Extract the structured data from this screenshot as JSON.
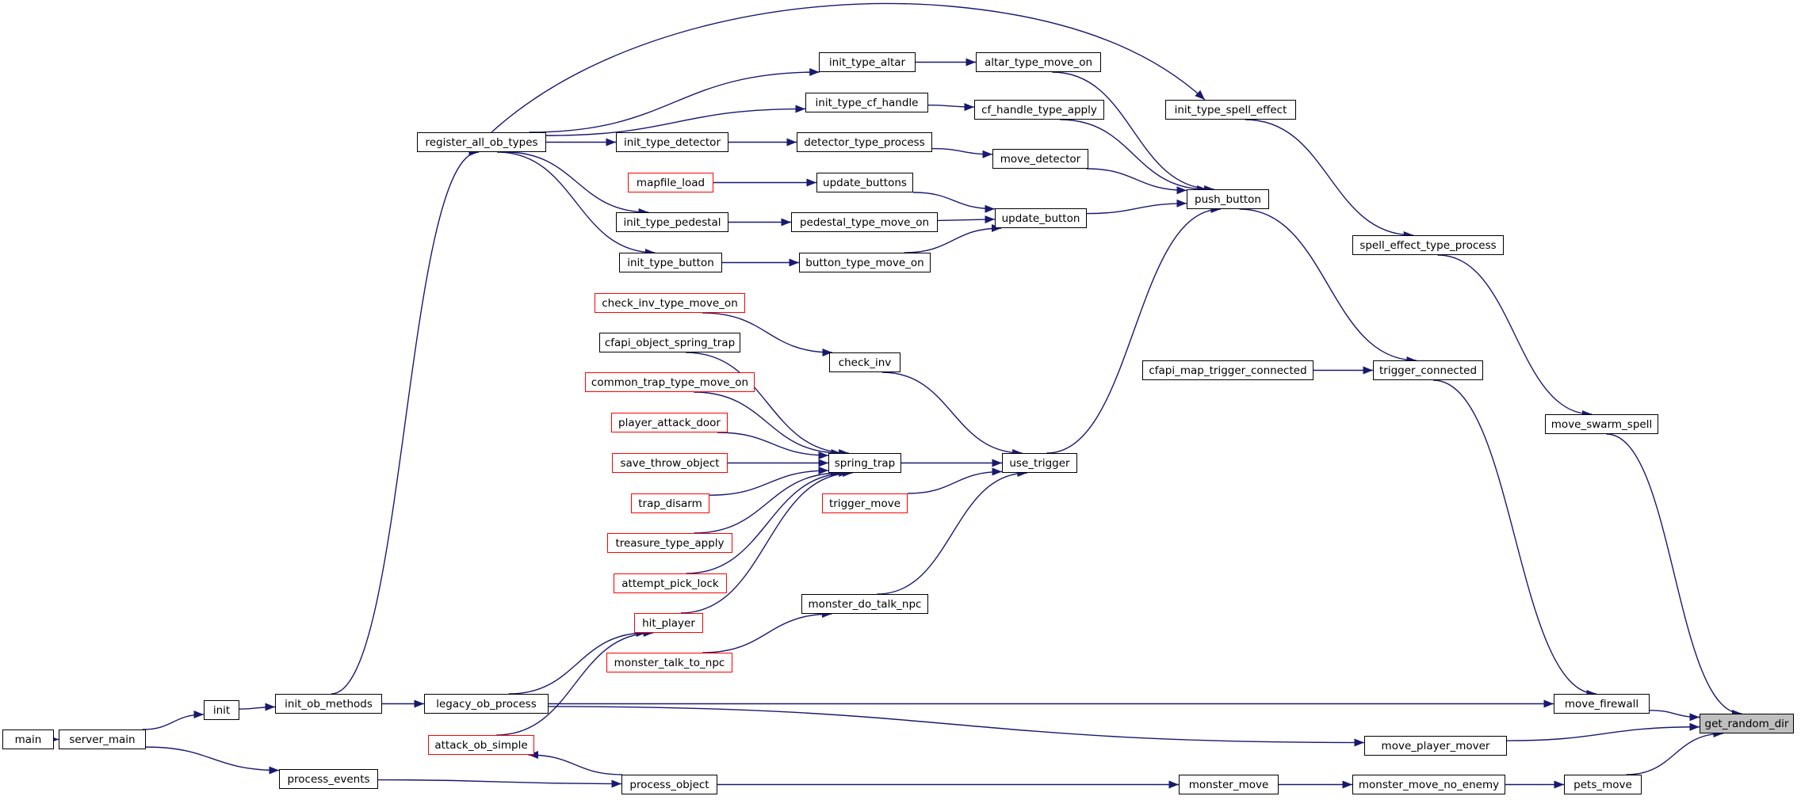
{
  "graph": {
    "colors": {
      "edge": "#191970",
      "node_border": "#000000",
      "incomplete_border": "#ff0000",
      "selected_fill": "#bfbfbf"
    },
    "nodes": [
      {
        "id": "main",
        "label": "main"
      },
      {
        "id": "server_main",
        "label": "server_main"
      },
      {
        "id": "init",
        "label": "init"
      },
      {
        "id": "process_events",
        "label": "process_events"
      },
      {
        "id": "init_ob_methods",
        "label": "init_ob_methods"
      },
      {
        "id": "register_all_ob_types",
        "label": "register_all_ob_types"
      },
      {
        "id": "legacy_ob_process",
        "label": "legacy_ob_process"
      },
      {
        "id": "attack_ob_simple",
        "label": "attack_ob_simple",
        "incomplete": true
      },
      {
        "id": "init_type_altar",
        "label": "init_type_altar"
      },
      {
        "id": "init_type_cf_handle",
        "label": "init_type_cf_handle"
      },
      {
        "id": "init_type_detector",
        "label": "init_type_detector"
      },
      {
        "id": "mapfile_load",
        "label": "mapfile_load",
        "incomplete": true
      },
      {
        "id": "init_type_pedestal",
        "label": "init_type_pedestal"
      },
      {
        "id": "init_type_button",
        "label": "init_type_button"
      },
      {
        "id": "check_inv_type_move_on",
        "label": "check_inv_type_move_on",
        "incomplete": true
      },
      {
        "id": "cfapi_object_spring_trap",
        "label": "cfapi_object_spring_trap"
      },
      {
        "id": "common_trap_type_move_on",
        "label": "common_trap_type_move_on",
        "incomplete": true
      },
      {
        "id": "player_attack_door",
        "label": "player_attack_door",
        "incomplete": true
      },
      {
        "id": "save_throw_object",
        "label": "save_throw_object",
        "incomplete": true
      },
      {
        "id": "trap_disarm",
        "label": "trap_disarm",
        "incomplete": true
      },
      {
        "id": "treasure_type_apply",
        "label": "treasure_type_apply",
        "incomplete": true
      },
      {
        "id": "attempt_pick_lock",
        "label": "attempt_pick_lock",
        "incomplete": true
      },
      {
        "id": "hit_player",
        "label": "hit_player",
        "incomplete": true
      },
      {
        "id": "monster_talk_to_npc",
        "label": "monster_talk_to_npc",
        "incomplete": true
      },
      {
        "id": "process_object",
        "label": "process_object"
      },
      {
        "id": "altar_type_move_on",
        "label": "altar_type_move_on"
      },
      {
        "id": "cf_handle_type_apply",
        "label": "cf_handle_type_apply"
      },
      {
        "id": "detector_type_process",
        "label": "detector_type_process"
      },
      {
        "id": "update_buttons",
        "label": "update_buttons"
      },
      {
        "id": "pedestal_type_move_on",
        "label": "pedestal_type_move_on"
      },
      {
        "id": "button_type_move_on",
        "label": "button_type_move_on"
      },
      {
        "id": "check_inv",
        "label": "check_inv"
      },
      {
        "id": "spring_trap",
        "label": "spring_trap"
      },
      {
        "id": "trigger_move",
        "label": "trigger_move",
        "incomplete": true
      },
      {
        "id": "monster_do_talk_npc",
        "label": "monster_do_talk_npc"
      },
      {
        "id": "move_detector",
        "label": "move_detector"
      },
      {
        "id": "update_button",
        "label": "update_button"
      },
      {
        "id": "use_trigger",
        "label": "use_trigger"
      },
      {
        "id": "cfapi_map_trigger_connected",
        "label": "cfapi_map_trigger_connected"
      },
      {
        "id": "init_type_spell_effect",
        "label": "init_type_spell_effect"
      },
      {
        "id": "push_button",
        "label": "push_button"
      },
      {
        "id": "monster_move",
        "label": "monster_move"
      },
      {
        "id": "spell_effect_type_process",
        "label": "spell_effect_type_process"
      },
      {
        "id": "trigger_connected",
        "label": "trigger_connected"
      },
      {
        "id": "move_swarm_spell",
        "label": "move_swarm_spell"
      },
      {
        "id": "move_firewall",
        "label": "move_firewall"
      },
      {
        "id": "move_player_mover",
        "label": "move_player_mover"
      },
      {
        "id": "monster_move_no_enemy",
        "label": "monster_move_no_enemy"
      },
      {
        "id": "pets_move",
        "label": "pets_move"
      },
      {
        "id": "get_random_dir",
        "label": "get_random_dir",
        "selected": true
      }
    ],
    "edges": [
      [
        "server_main",
        "main"
      ],
      [
        "init",
        "server_main"
      ],
      [
        "process_events",
        "server_main"
      ],
      [
        "init_ob_methods",
        "init"
      ],
      [
        "register_all_ob_types",
        "init_ob_methods"
      ],
      [
        "legacy_ob_process",
        "init_ob_methods"
      ],
      [
        "process_object",
        "process_events"
      ],
      [
        "hit_player",
        "legacy_ob_process"
      ],
      [
        "attack_ob_simple",
        "process_object"
      ],
      [
        "init_type_altar",
        "register_all_ob_types"
      ],
      [
        "init_type_cf_handle",
        "register_all_ob_types"
      ],
      [
        "init_type_detector",
        "register_all_ob_types"
      ],
      [
        "init_type_pedestal",
        "register_all_ob_types"
      ],
      [
        "init_type_button",
        "register_all_ob_types"
      ],
      [
        "init_type_spell_effect",
        "register_all_ob_types"
      ],
      [
        "altar_type_move_on",
        "init_type_altar"
      ],
      [
        "cf_handle_type_apply",
        "init_type_cf_handle"
      ],
      [
        "detector_type_process",
        "init_type_detector"
      ],
      [
        "update_buttons",
        "mapfile_load"
      ],
      [
        "pedestal_type_move_on",
        "init_type_pedestal"
      ],
      [
        "button_type_move_on",
        "init_type_button"
      ],
      [
        "check_inv",
        "check_inv_type_move_on"
      ],
      [
        "spring_trap",
        "cfapi_object_spring_trap"
      ],
      [
        "spring_trap",
        "common_trap_type_move_on"
      ],
      [
        "spring_trap",
        "player_attack_door"
      ],
      [
        "spring_trap",
        "save_throw_object"
      ],
      [
        "spring_trap",
        "trap_disarm"
      ],
      [
        "spring_trap",
        "treasure_type_apply"
      ],
      [
        "spring_trap",
        "attempt_pick_lock"
      ],
      [
        "spring_trap",
        "hit_player"
      ],
      [
        "hit_player",
        "attack_ob_simple"
      ],
      [
        "monster_do_talk_npc",
        "monster_talk_to_npc"
      ],
      [
        "move_detector",
        "detector_type_process"
      ],
      [
        "update_button",
        "update_buttons"
      ],
      [
        "update_button",
        "pedestal_type_move_on"
      ],
      [
        "update_button",
        "button_type_move_on"
      ],
      [
        "use_trigger",
        "check_inv"
      ],
      [
        "use_trigger",
        "spring_trap"
      ],
      [
        "use_trigger",
        "trigger_move"
      ],
      [
        "use_trigger",
        "monster_do_talk_npc"
      ],
      [
        "push_button",
        "altar_type_move_on"
      ],
      [
        "push_button",
        "cf_handle_type_apply"
      ],
      [
        "push_button",
        "move_detector"
      ],
      [
        "push_button",
        "update_button"
      ],
      [
        "push_button",
        "use_trigger"
      ],
      [
        "spell_effect_type_process",
        "init_type_spell_effect"
      ],
      [
        "trigger_connected",
        "cfapi_map_trigger_connected"
      ],
      [
        "trigger_connected",
        "push_button"
      ],
      [
        "move_swarm_spell",
        "spell_effect_type_process"
      ],
      [
        "move_firewall",
        "trigger_connected"
      ],
      [
        "move_firewall",
        "legacy_ob_process"
      ],
      [
        "move_player_mover",
        "legacy_ob_process"
      ],
      [
        "monster_move",
        "process_object"
      ],
      [
        "monster_move_no_enemy",
        "monster_move"
      ],
      [
        "pets_move",
        "monster_move_no_enemy"
      ],
      [
        "get_random_dir",
        "move_swarm_spell"
      ],
      [
        "get_random_dir",
        "move_firewall"
      ],
      [
        "get_random_dir",
        "move_player_mover"
      ],
      [
        "get_random_dir",
        "pets_move"
      ]
    ]
  }
}
